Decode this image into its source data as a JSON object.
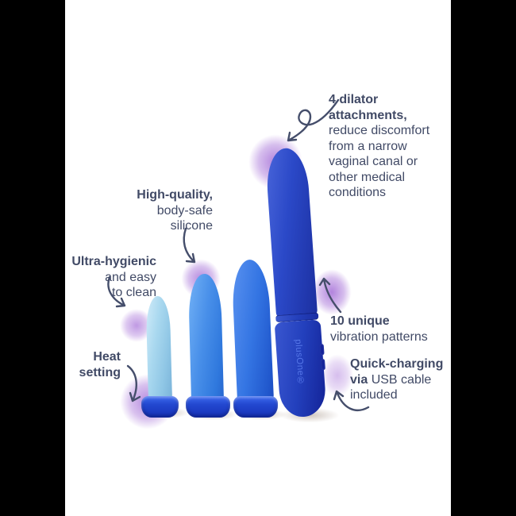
{
  "brand": {
    "device_label": "plusOne®"
  },
  "annotations": {
    "attachments": {
      "l1": "4 dilator",
      "l2": "attachments,",
      "l3": "reduce discomfort",
      "l4": "from a narrow",
      "l5": "vaginal canal or",
      "l6": "other medical",
      "l7": "conditions"
    },
    "silicone": {
      "l1": "High-quality,",
      "l2": "body-safe",
      "l3": "silicone"
    },
    "hygienic": {
      "l1": "Ultra-hygienic",
      "l2": "and easy",
      "l3": "to clean"
    },
    "heat": {
      "l1": "Heat",
      "l2": "setting"
    },
    "vibration": {
      "l1": "10 unique",
      "l2": "vibration patterns"
    },
    "charging": {
      "l1": "Quick-charging",
      "l2_bold": "via",
      "l2_rest": "USB cable",
      "l3": "included"
    }
  },
  "colors": {
    "background_bars": "#000000",
    "stage": "#ffffff",
    "text": "#414a66",
    "arrow": "#454e6b",
    "glow_purple": "#9454d0",
    "vibrator_body": "#2b49c8",
    "vibrator_handle": "#2340bd",
    "dilator_small": "#a9d8ef",
    "dilator_medium": "#488fe9",
    "dilator_large": "#3475e3",
    "base_disc": "#2348d0",
    "logo_text_color": "#5576e8"
  }
}
